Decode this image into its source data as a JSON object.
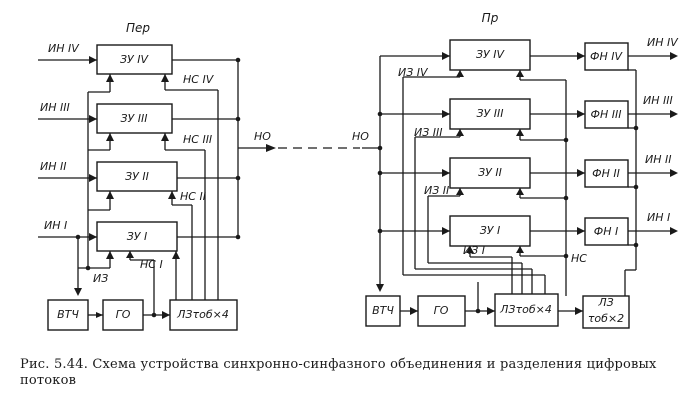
{
  "tx": {
    "header": "Пер",
    "inputs": [
      "ИН IV",
      "ИН III",
      "ИН II",
      "ИН I"
    ],
    "memory_blocks": [
      "ЗУ IV",
      "ЗУ III",
      "ЗУ II",
      "ЗУ I"
    ],
    "control_signals": [
      "НС IV",
      "НС III",
      "НС II",
      "НС I"
    ],
    "write_label": "ИЗ",
    "vtch": "ВТЧ",
    "go": "ГО",
    "delay": "ЛЗτоб×4",
    "output": "НО"
  },
  "rx": {
    "header": "Пр",
    "input": "НО",
    "memory_blocks": [
      "ЗУ IV",
      "ЗУ III",
      "ЗУ II",
      "ЗУ I"
    ],
    "write_signals": [
      "ИЗ IV",
      "ИЗ III",
      "ИЗ II",
      "ИЗ I"
    ],
    "formers": [
      "ФН IV",
      "ФН III",
      "ФН II",
      "ФН I"
    ],
    "outputs": [
      "ИН IV",
      "ИН III",
      "ИН II",
      "ИН I"
    ],
    "read_label": "НС",
    "vtch": "ВТЧ",
    "go": "ГО",
    "delay": "ЛЗτоб×4",
    "delay2_top": "ЛЗ",
    "delay2_bottom": "τоб×2"
  },
  "caption": "Рис. 5.44. Схема устройства синхронно-синфазного объединения и разделения цифровых потоков"
}
